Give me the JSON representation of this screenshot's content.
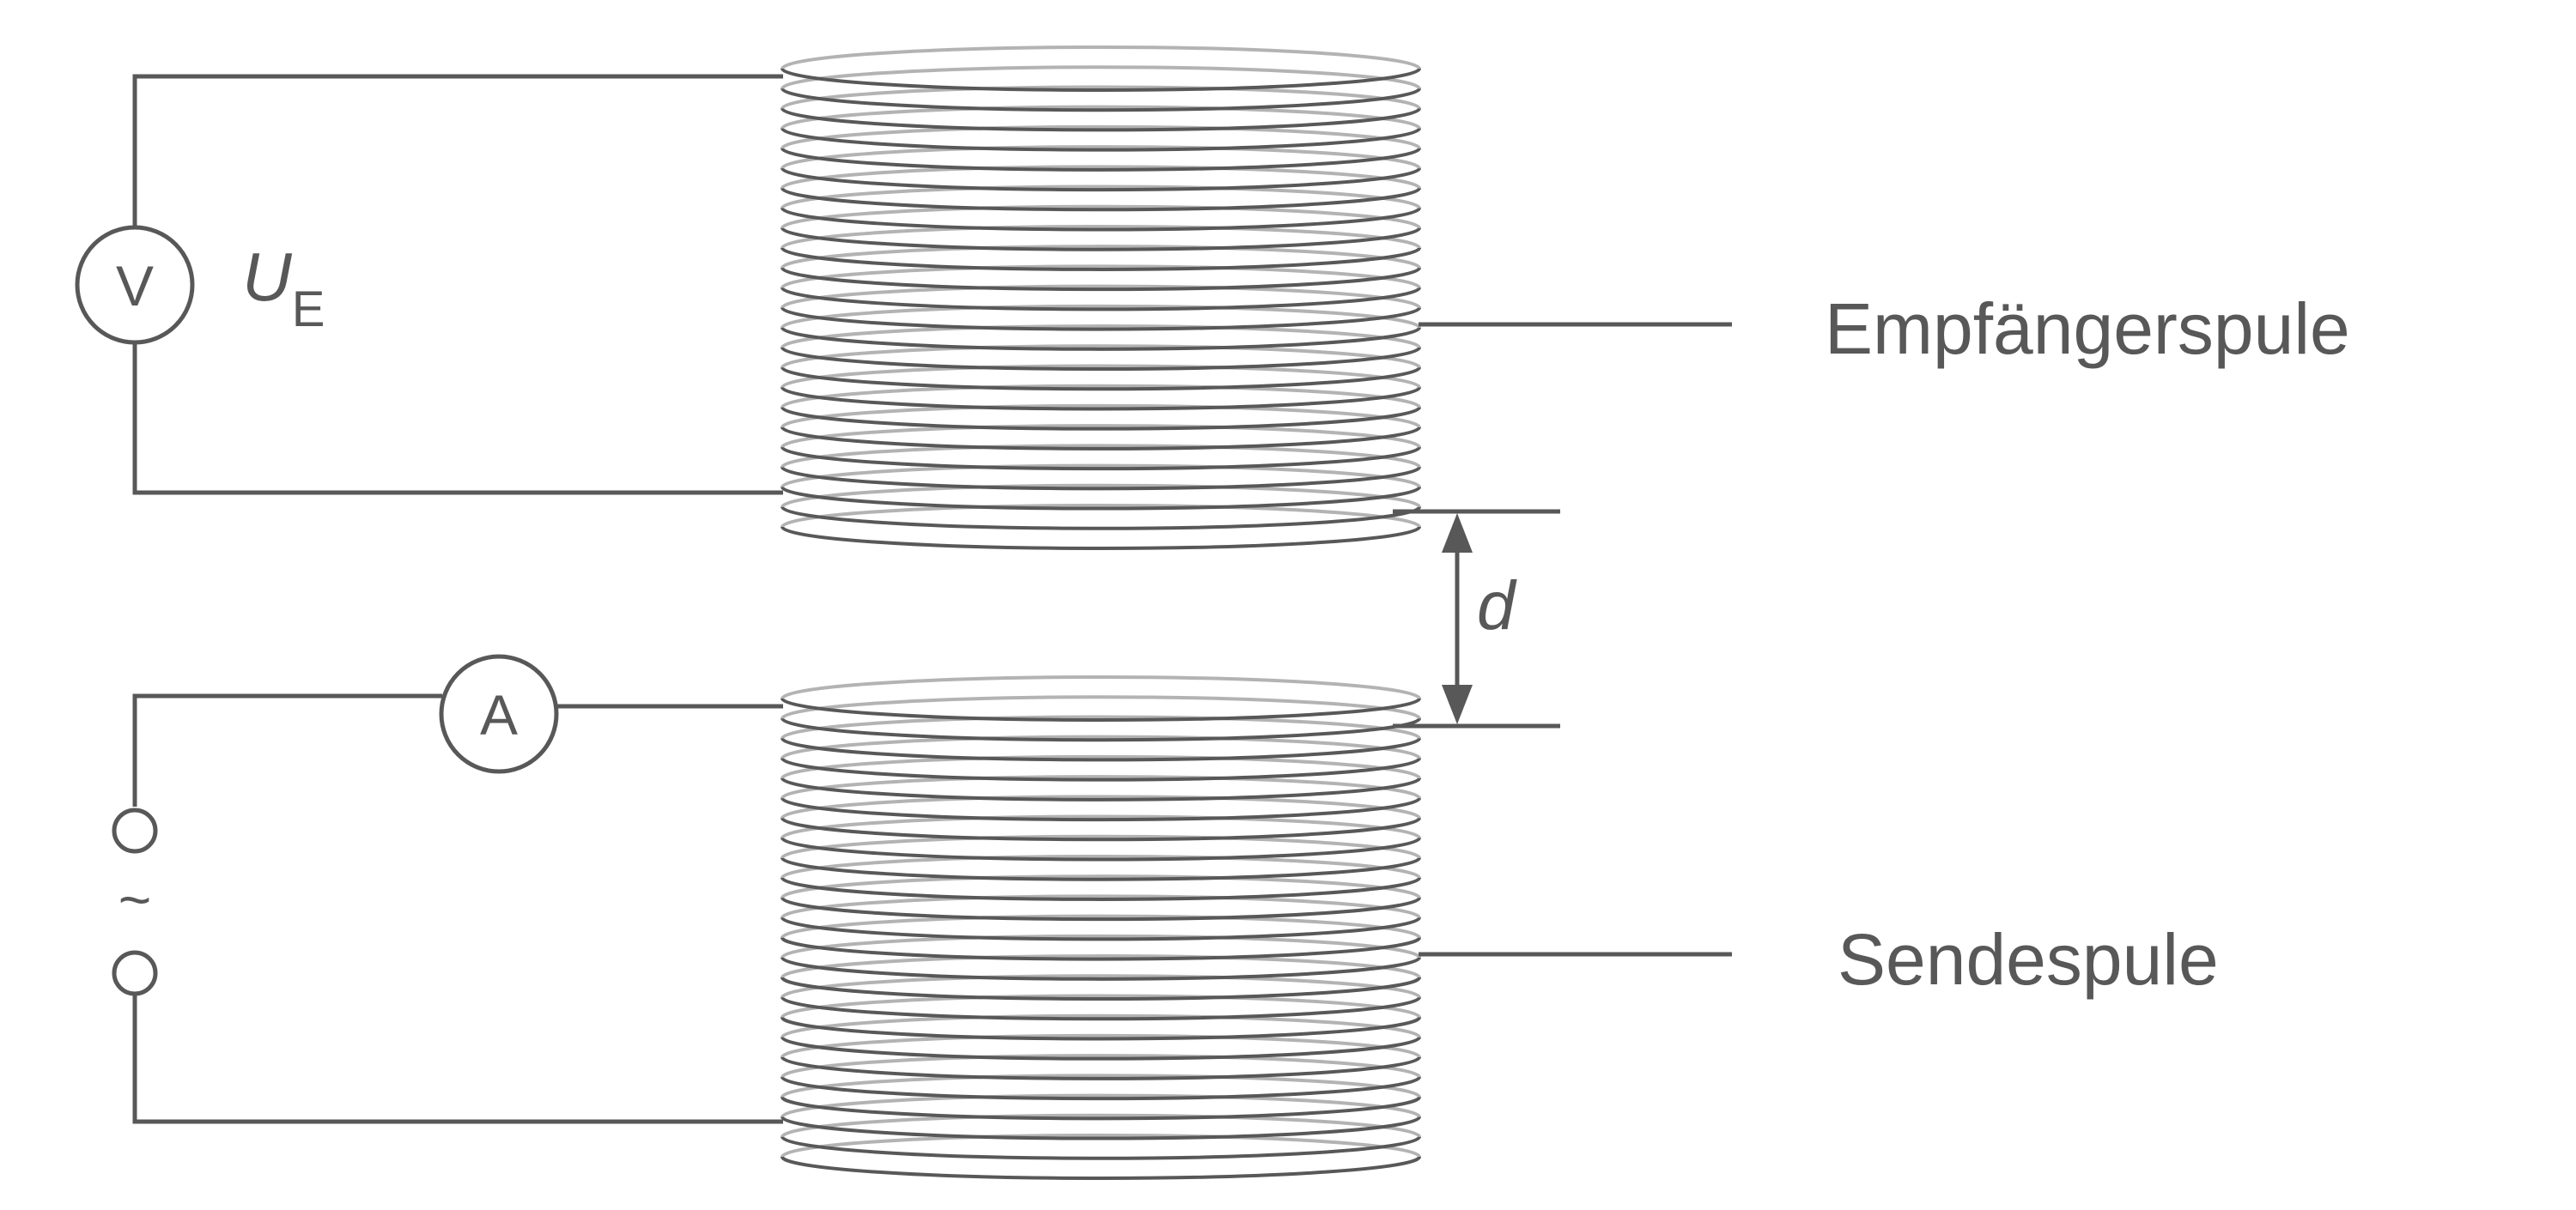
{
  "diagram": {
    "meters": {
      "voltmeter_symbol": "V",
      "ammeter_symbol": "A"
    },
    "voltage_label": {
      "symbol": "U",
      "subscript": "E"
    },
    "source_symbol": "~",
    "gap_label": "d",
    "coils": {
      "receiver_label": "Empfängerspule",
      "sender_label": "Sendespule"
    },
    "colors": {
      "line": "#585858",
      "coil_back": "#b3b3b3",
      "background": "#ffffff"
    },
    "coil_turns_visible": 24
  }
}
